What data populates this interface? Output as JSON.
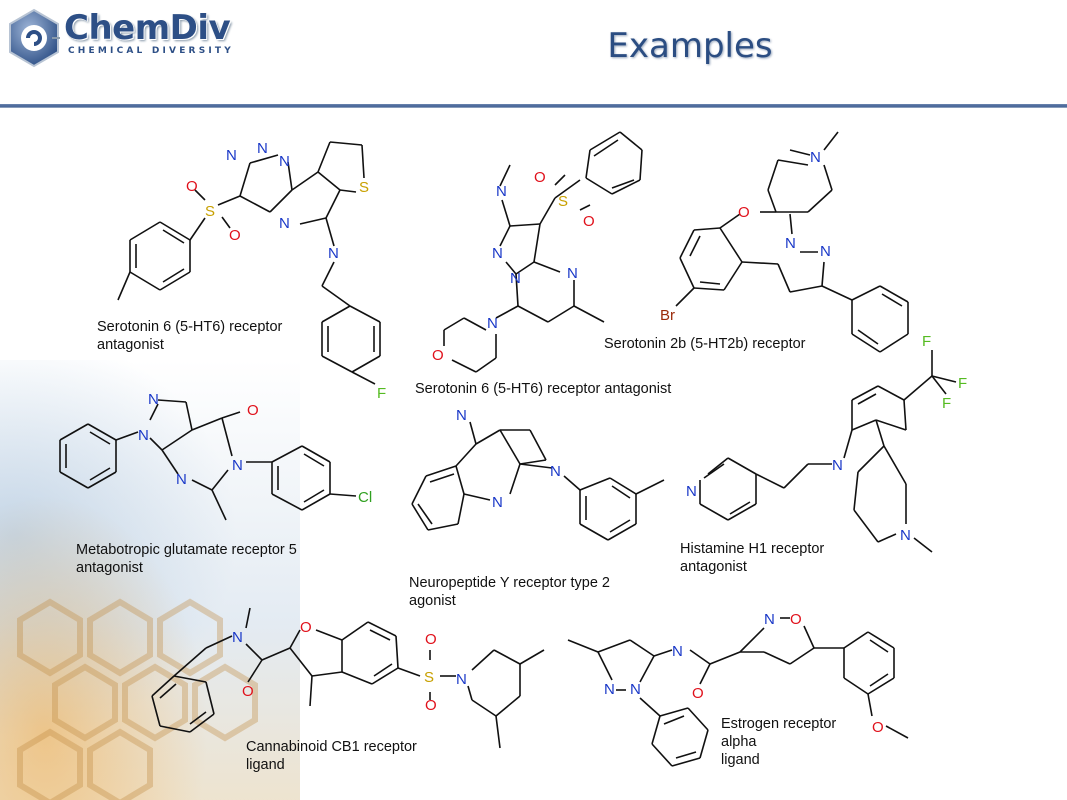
{
  "brand": {
    "name": "ChemDiv",
    "tagline": "CHEMICAL DIVERSITY"
  },
  "title": "Examples",
  "compounds": [
    {
      "label_line1": "Serotonin 6 (5-HT6) receptor",
      "label_line2": "antagonist"
    },
    {
      "label_line1": "Serotonin 6 (5-HT6) receptor antagonist",
      "label_line2": ""
    },
    {
      "label_line1": "Serotonin 2b (5-HT2b) receptor",
      "label_line2": ""
    },
    {
      "label_line1": "Metabotropic glutamate receptor 5",
      "label_line2": "antagonist"
    },
    {
      "label_line1": "Neuropeptide Y receptor type 2",
      "label_line2": "agonist"
    },
    {
      "label_line1": "Histamine H1 receptor",
      "label_line2": "antagonist"
    },
    {
      "label_line1": "Cannabinoid CB1 receptor",
      "label_line2": "ligand"
    },
    {
      "label_line1": "Estrogen receptor",
      "label_line2": "alpha",
      "label_line3": "ligand"
    }
  ],
  "atom_labels": {
    "N": "N",
    "O": "O",
    "S": "S",
    "F": "F",
    "Cl": "Cl",
    "Br": "Br"
  },
  "colors": {
    "title": "#2b4d82",
    "rule": "#3f5f94",
    "nitrogen": "#1a38c8",
    "oxygen": "#e0111b",
    "sulfur": "#c8a000",
    "fluorine": "#55bb22",
    "chlorine": "#30a020",
    "bromine": "#9a2a0a"
  }
}
